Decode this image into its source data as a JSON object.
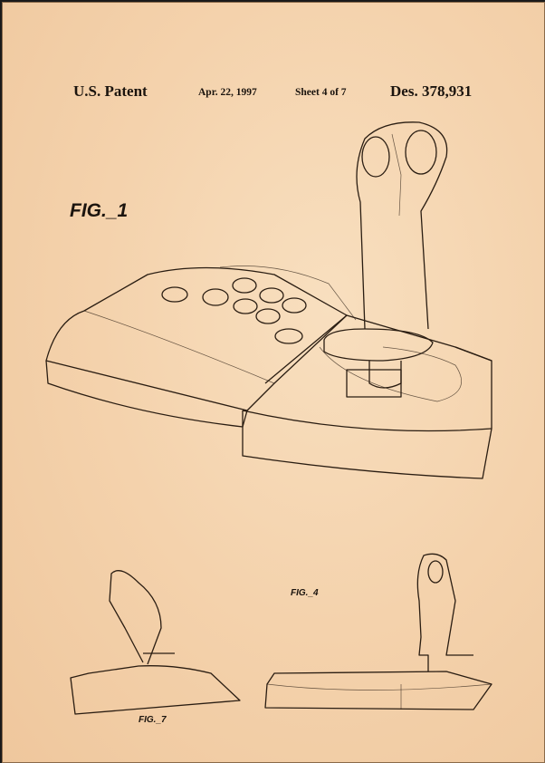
{
  "header": {
    "patent": "U.S. Patent",
    "date": "Apr. 22, 1997",
    "sheet": "Sheet 4 of 7",
    "number": "Des. 378,931"
  },
  "figures": {
    "fig1": "FIG._1",
    "fig4": "FIG._4",
    "fig7": "FIG._7"
  },
  "colors": {
    "paper": "#f4d2ac",
    "ink": "#2a1d12"
  }
}
